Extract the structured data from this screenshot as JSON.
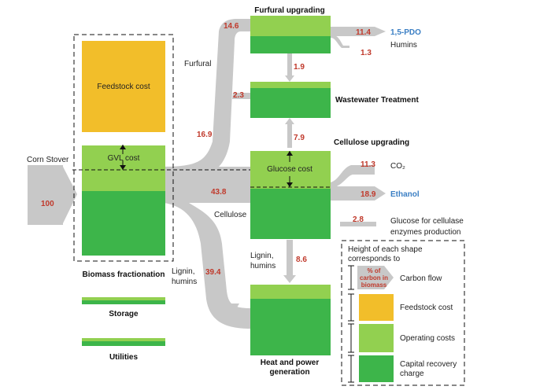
{
  "colors": {
    "feedstock": "#F2BE2A",
    "operating": "#92D050",
    "capital": "#3DB54A",
    "flow": "#C8C8C8",
    "value_text": "#C0392B",
    "product_text": "#3B7FC4"
  },
  "inputs": {
    "corn_stover_label": "Corn Stover",
    "corn_stover_value": "100"
  },
  "fractionation": {
    "feedstock_cost": "Feedstock cost",
    "gvl_cost": "GVL cost",
    "title": "Biomass fractionation",
    "storage": "Storage",
    "utilities": "Utilities"
  },
  "flows": {
    "furfural_label": "Furfural",
    "furfural_total": "16.9",
    "furfural_to_upgrading": "14.6",
    "furfural_to_wastewater": "2.3",
    "cellulose_label": "Cellulose",
    "cellulose_value": "43.8",
    "lignin_label_line1": "Lignin,",
    "lignin_label_line2": "humins",
    "lignin_value": "39.4",
    "lignin2_label_line1": "Lignin,",
    "lignin2_label_line2": "humins",
    "lignin2_value": "8.6",
    "furfural_to_ww_vertical": "1.9",
    "ww_to_glucose": "7.9"
  },
  "furfural_upgrading": {
    "title": "Furfural upgrading",
    "pdo_value": "11.4",
    "pdo_label": "1,5-PDO",
    "humins_value": "1.3",
    "humins_label": "Humins"
  },
  "wastewater": {
    "title": "Wastewater Treatment"
  },
  "cellulose_upgrading": {
    "title": "Cellulose upgrading",
    "glucose_cost": "Glucose cost",
    "co2_value": "11.3",
    "co2_label": "CO₂",
    "ethanol_value": "18.9",
    "ethanol_label": "Ethanol",
    "glucose_enz_value": "2.8",
    "glucose_enz_line1": "Glucose for cellulase",
    "glucose_enz_line2": "enzymes production"
  },
  "heat_power": {
    "title_line1": "Heat and power",
    "title_line2": "generation"
  },
  "legend": {
    "header_line1": "Height of each shape",
    "header_line2": "corresponds to",
    "arrow_line1": "% of",
    "arrow_line2": "carbon in",
    "arrow_line3": "biomass",
    "carbon_flow": "Carbon flow",
    "feedstock_cost": "Feedstock cost",
    "operating_costs": "Operating costs",
    "capital_line1": "Capital recovery",
    "capital_line2": "charge"
  }
}
